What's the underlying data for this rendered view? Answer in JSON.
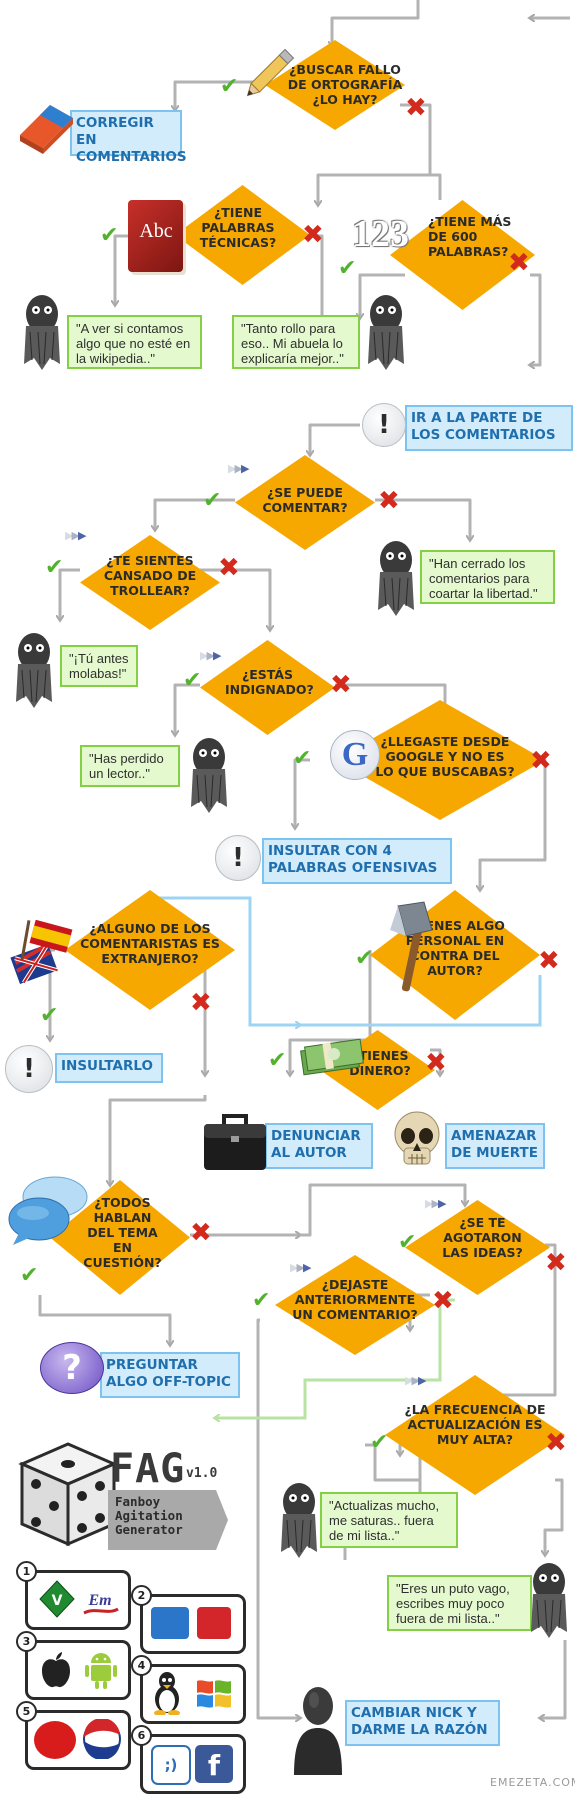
{
  "questions": {
    "q1": "¿Buscar fallo de ortografía ¿Lo hay?",
    "q2": "¿Tiene palabras técnicas?",
    "q3": "¿Tiene más de 600 palabras?",
    "q4": "¿Se puede comentar?",
    "q5": "¿Te sientes cansado de trollear?",
    "q6": "¿Estás indignado?",
    "q7": "¿Llegaste desde Google y no es lo que buscabas?",
    "q8": "¿Alguno de los comentaristas es extranjero?",
    "q9": "¿Tienes algo personal en contra del autor?",
    "q10": "¿Tienes dinero?",
    "q11": "¿Todos hablan del tema en cuestión?",
    "q12": "¿Se te agotaron las ideas?",
    "q13": "¿Dejaste anteriormente un comentario?",
    "q14": "¿La frecuencia de actualización es muy alta?"
  },
  "actions": {
    "a1": "Corregir en comentarios",
    "a2": "Ir a la parte de los comentarios",
    "a3": "Insultar con 4 palabras ofensivas",
    "a4": "Insultarlo",
    "a5": "Denunciar al autor",
    "a6": "Amenazar de muerte",
    "a7": "Preguntar algo off-topic",
    "a8": "Cambiar nick y darme la razón"
  },
  "quotes": {
    "c1": "\"A ver si contamos algo que no esté en la wikipedia..\"",
    "c2": "\"Tanto rollo para eso.. Mi abuela lo explicaría mejor..\"",
    "c3": "\"Han cerrado los comentarios para coartar la libertad.\"",
    "c4": "\"¡Tú antes molabas!\"",
    "c5": "\"Has perdido un lector..\"",
    "c6": "\"Actualizas mucho, me saturas.. fuera de mi lista..\"",
    "c7": "\"Eres un puto vago, escribes muy poco fuera de mi lista..\""
  },
  "icons": {
    "abc": "Abc",
    "numbers": "123",
    "google": "G",
    "alert": "!",
    "question": "?"
  },
  "fag": {
    "title": "FAG",
    "version": "v1.0",
    "subtitle": "Fanboy Agitation Generator"
  },
  "legend": [
    {
      "num": "1",
      "items": [
        "vim-logo",
        "emacs-logo"
      ]
    },
    {
      "num": "2",
      "items": [
        "pp-logo",
        "psoe-logo"
      ]
    },
    {
      "num": "3",
      "items": [
        "apple-logo",
        "android-logo"
      ]
    },
    {
      "num": "4",
      "items": [
        "linux-logo",
        "windows-logo"
      ]
    },
    {
      "num": "5",
      "items": [
        "coca-cola-logo",
        "pepsi-logo"
      ]
    },
    {
      "num": "6",
      "items": [
        "tuenti-logo",
        "facebook-logo"
      ]
    }
  ],
  "watermark": "EMEZETA.COM",
  "colors": {
    "diamond": "#f6a800",
    "action_fill": "#d3ecfb",
    "action_border": "#7cc4ef",
    "quote_fill": "#e5f9cf",
    "quote_border": "#84d045",
    "yes": "#52b22e",
    "no": "#d22a1c"
  }
}
